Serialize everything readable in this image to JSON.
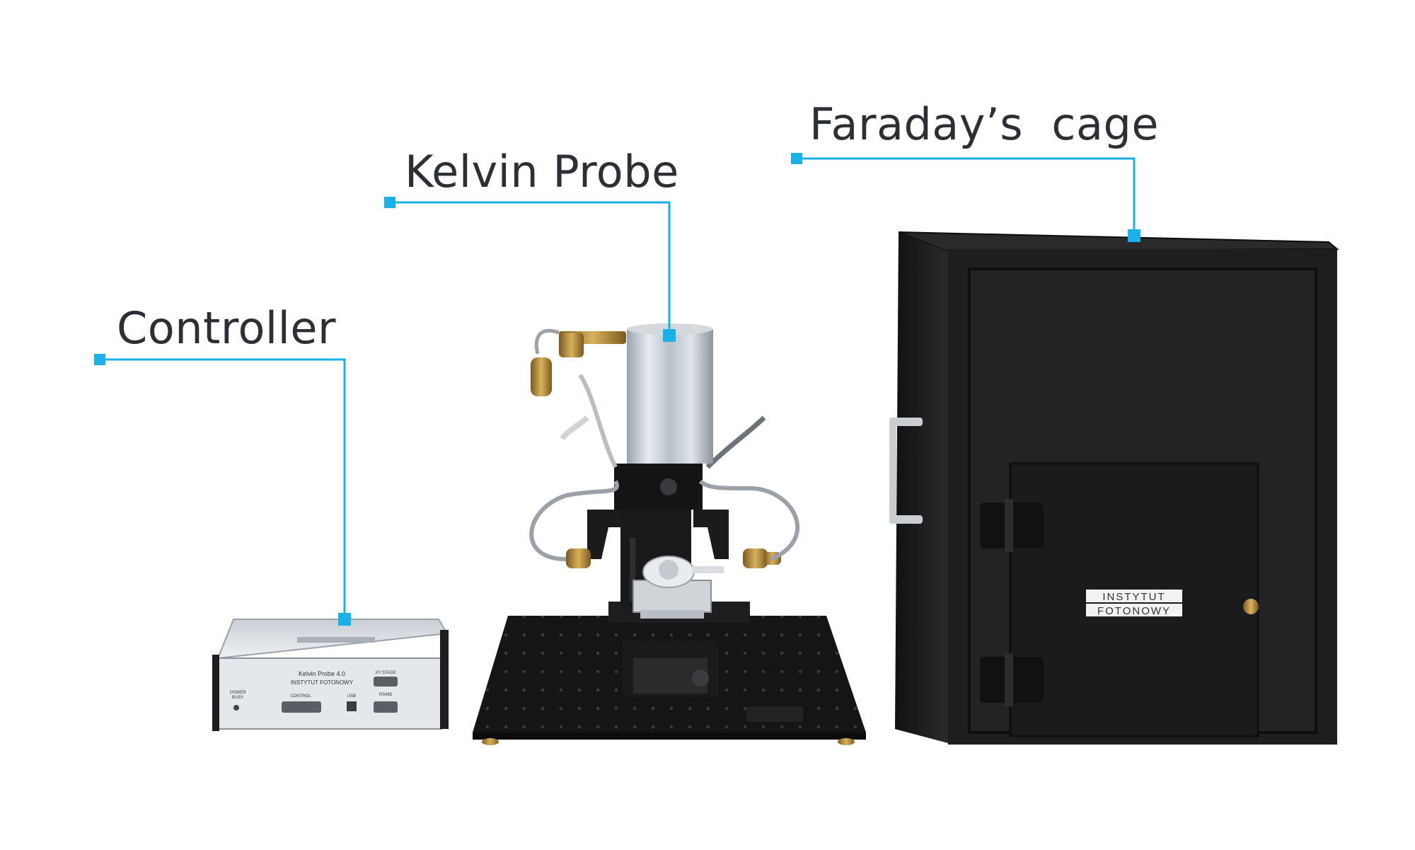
{
  "labels": {
    "controller": "Controller",
    "kelvin_probe": "Kelvin Probe",
    "faradays_cage": "Faraday’s  cage"
  },
  "controller_panel": {
    "model": "Kelvin Probe 4.0",
    "maker": "INSTYTUT FOTONOWY",
    "power": "POWER",
    "busy": "BUSY",
    "control": "CONTROL",
    "usb": "USB",
    "xy_stage": "XY STAGE",
    "rs485": "RS485"
  },
  "cage_sticker": {
    "line1": "INSTYTUT",
    "line2": "FOTONOWY"
  },
  "colors": {
    "callout": "#1ab0e8",
    "label_text": "#2b2f36",
    "cage": "#1c1c1e",
    "brass": "#b08a3a"
  }
}
